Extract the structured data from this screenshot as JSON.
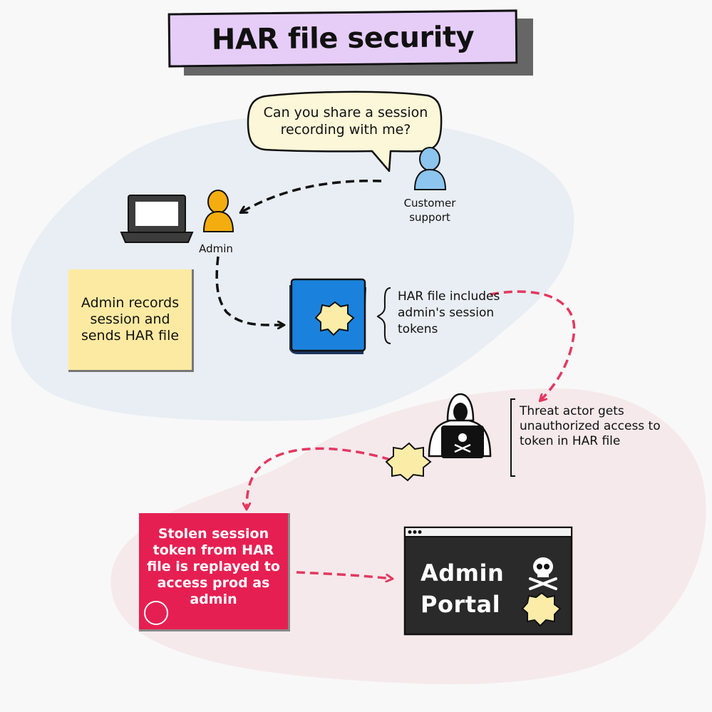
{
  "title": "HAR file security",
  "speech_bubble": "Can you share a session recording with me?",
  "labels": {
    "customer_support": "Customer support",
    "admin": "Admin"
  },
  "notes": {
    "admin_records": "Admin records session and sends HAR file",
    "har_file": "HAR file includes admin's session tokens",
    "threat_actor": "Threat actor gets unauthorized access to token in HAR file",
    "stolen_token": "Stolen session token from HAR file is replayed to access prod as admin"
  },
  "admin_portal": {
    "line1": "Admin",
    "line2": "Portal"
  },
  "colors": {
    "title_bg": "#e6cdf8",
    "blob_blue": "#e8eef3",
    "blob_pink": "#f5e9ec",
    "bubble": "#fbf7d8",
    "admin_person": "#f4ad0f",
    "support_person": "#8cc5ee",
    "har_file": "#1a82dd",
    "token": "#fbeda8",
    "note_yellow": "#fdeaa2",
    "note_red": "#e61f52",
    "red_arrow": "#e4385f",
    "portal": "#2a2a2a"
  },
  "icons": [
    "laptop-icon",
    "admin-person-icon",
    "support-person-icon",
    "har-file-icon",
    "token-icon",
    "hacker-icon",
    "skull-icon",
    "browser-window-icon"
  ]
}
